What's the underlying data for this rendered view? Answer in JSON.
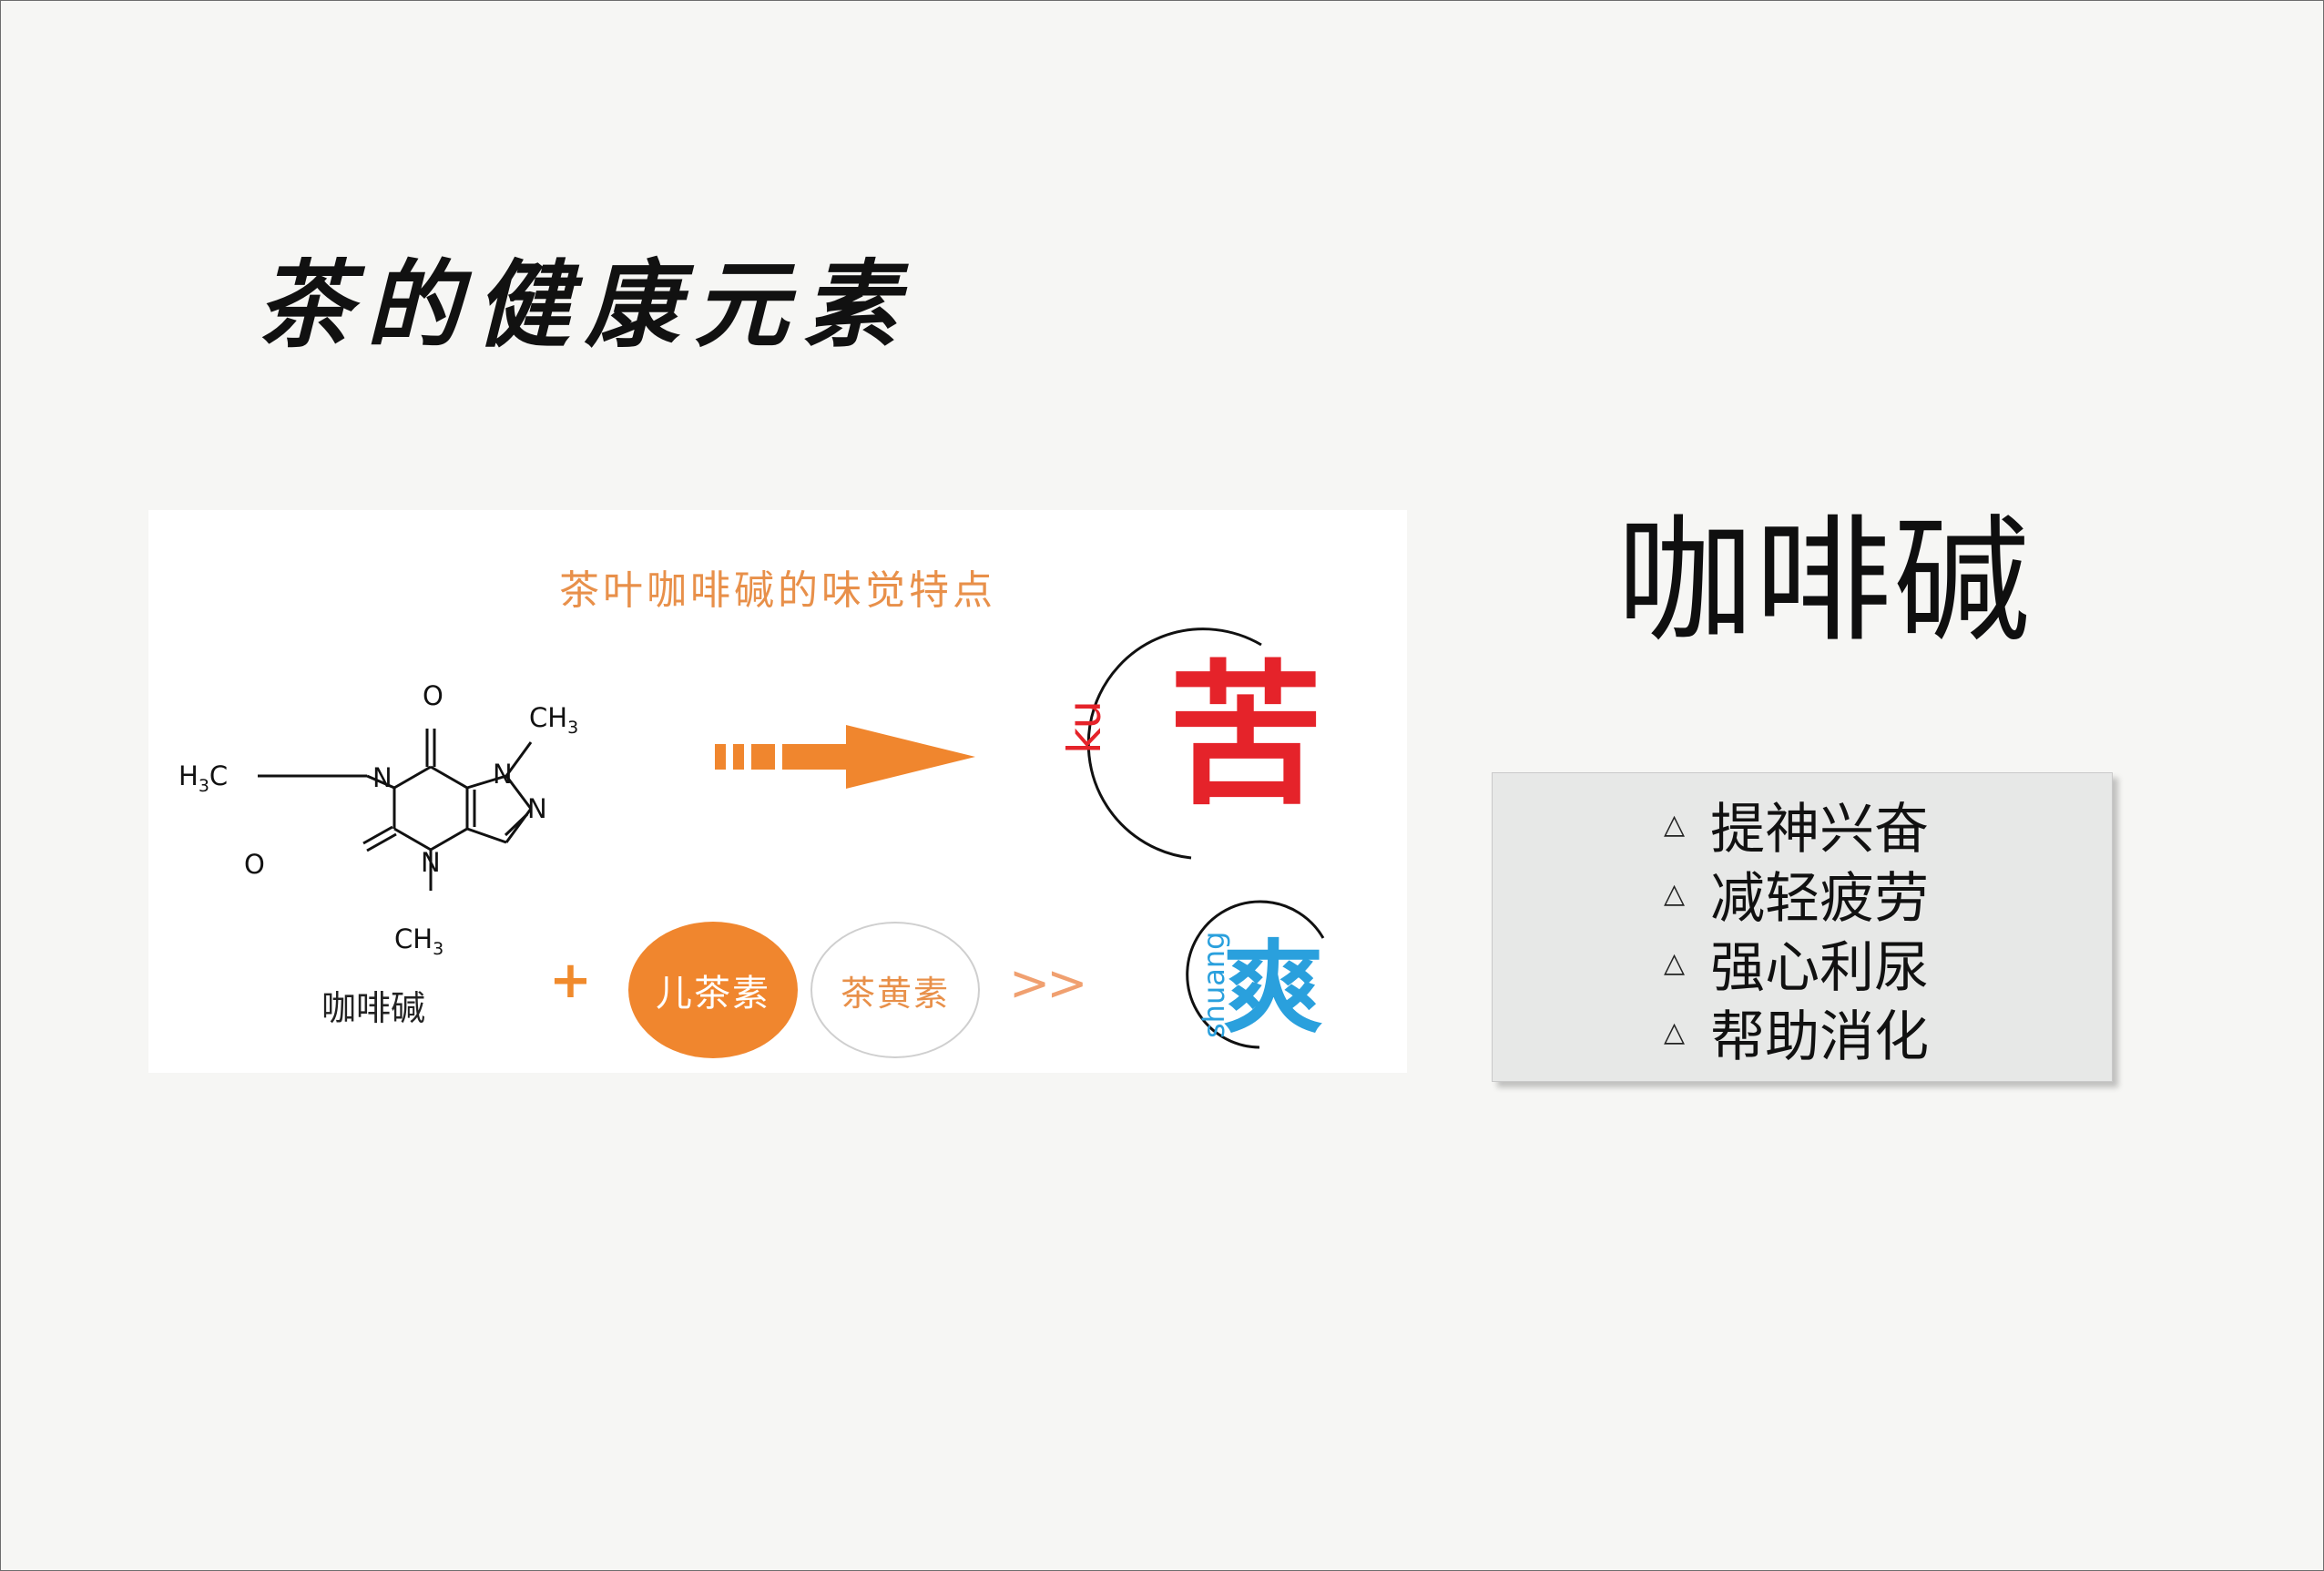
{
  "slide": {
    "title": "茶的健康元素",
    "topic": "咖啡碱"
  },
  "figure": {
    "heading": "茶叶咖啡碱的味觉特点",
    "molecule_label": "咖啡碱",
    "atoms": {
      "o_top": "O",
      "ch3_top_base": "CH",
      "ch3_top_sub": "3",
      "h3c_base": "H",
      "h3c_sub": "3",
      "h3c_tail": "C",
      "n_left": "N",
      "n_top": "N",
      "n_right": "N",
      "n_bottom": "N",
      "o_left": "O",
      "ch3_bottom_base": "CH",
      "ch3_bottom_sub": "3"
    },
    "plus": "+",
    "ingredient_1": "儿茶素",
    "ingredient_2": "茶黄素",
    "chevrons": ">>",
    "bitter_char": "苦",
    "bitter_pinyin": "ku",
    "fresh_char": "爽",
    "fresh_pinyin": "shuang",
    "colors": {
      "orange": "#f0862e",
      "red": "#e5232a",
      "blue": "#2aa0dd"
    }
  },
  "effects": {
    "marker_icon": "triangle-outline-icon",
    "marker": "△",
    "items": [
      "提神兴奋",
      "减轻疲劳",
      "强心利尿",
      "帮助消化"
    ]
  }
}
